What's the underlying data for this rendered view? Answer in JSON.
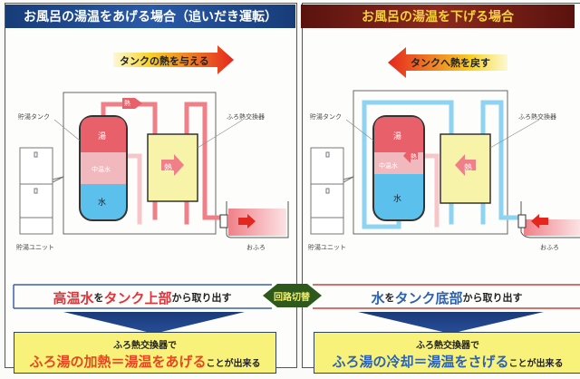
{
  "left": {
    "title": "お風呂の湯温をあげる場合（追いだき運転）",
    "arrow_label": "タンクの熱を与える",
    "tank_label": "貯湯タンク",
    "exchanger_label": "ふろ熱交換器",
    "unit_label": "貯湯ユニット",
    "bath_label": "おふろ",
    "layer_hot": "湯",
    "layer_mid": "中温水",
    "layer_water": "水",
    "heat": "熱",
    "banner": {
      "p1": "高温水",
      "p2": "を",
      "p3": "タンク上部",
      "p4": "から取り出す"
    },
    "result": {
      "line1": "ふろ熱交換器で",
      "line2": "ふろ湯の加熱＝湯温をあげる",
      "line2_tail": "ことが出来る"
    }
  },
  "right": {
    "title": "お風呂の湯温を下げる場合",
    "arrow_label": "タンクへ熱を戻す",
    "tank_label": "貯湯タンク",
    "exchanger_label": "ふろ熱交換器",
    "unit_label": "貯湯ユニット",
    "bath_label": "おふろ",
    "layer_hot": "湯",
    "layer_mid": "中温水",
    "layer_water": "水",
    "heat": "熱",
    "banner": {
      "p1": "水",
      "p2": "を",
      "p3": "タンク底部",
      "p4": "から取り出す"
    },
    "result": {
      "line1": "ふろ熱交換器で",
      "line2": "ふろ湯の冷却＝湯温をさげる",
      "line2_tail": "ことが出来る"
    }
  },
  "switch_label": "回路切替",
  "colors": {
    "hot": "#e8616a",
    "mid": "#f1b8bd",
    "water": "#5bc0eb",
    "pipe_hot": "#f08088",
    "pipe_cold": "#8fd3f2",
    "exchanger": "#f7f3a8",
    "left_header": "#1b4a8c",
    "right_header": "#7a1a14"
  }
}
